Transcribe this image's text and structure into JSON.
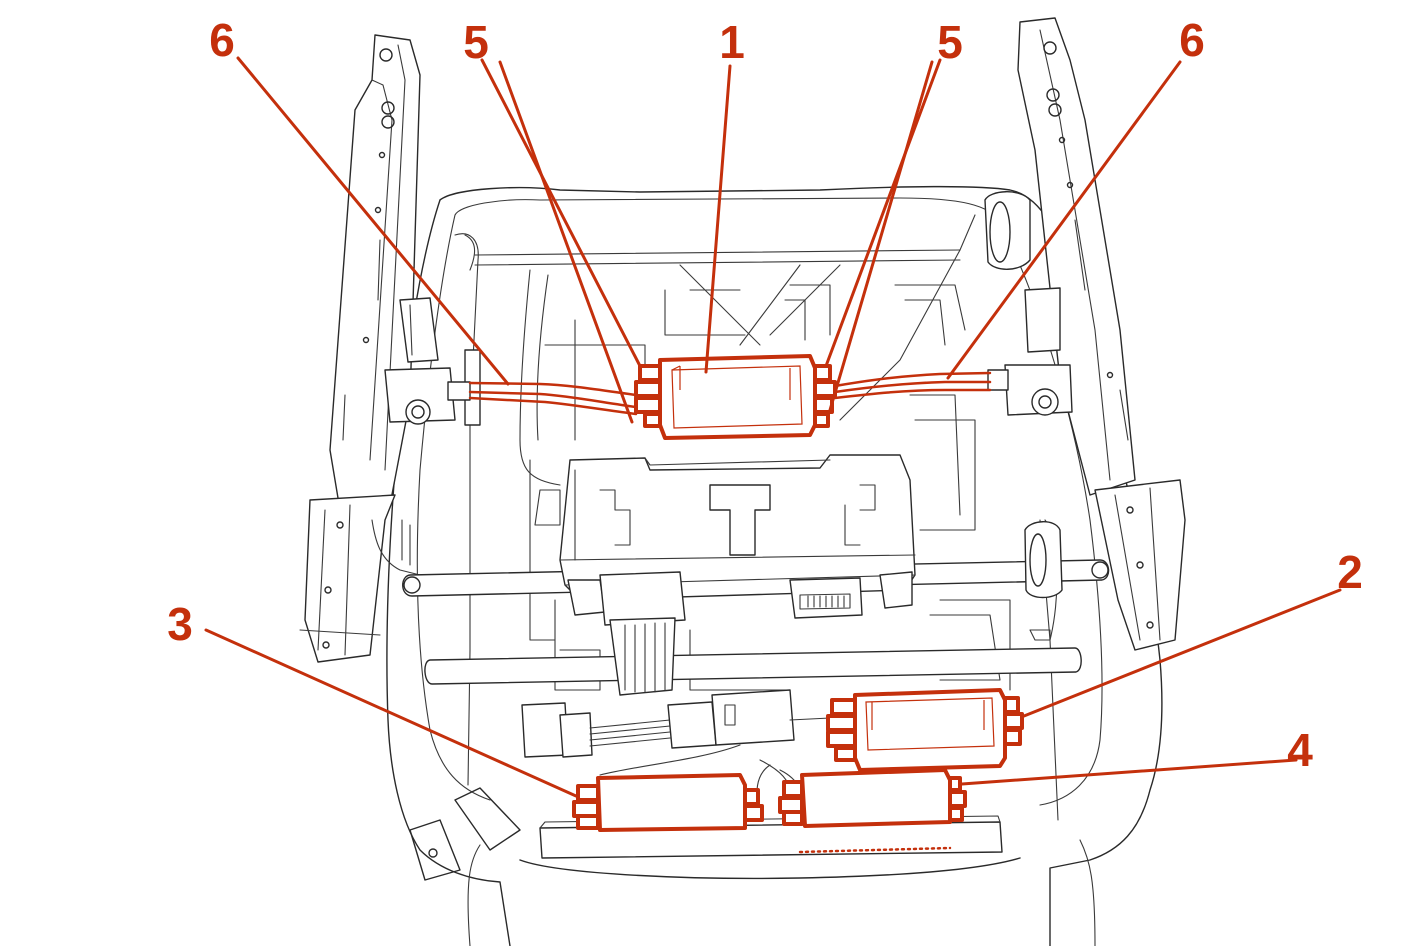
{
  "diagram": {
    "accent_color": "#c4300c",
    "line_color": "#2a2a2a",
    "callouts": [
      {
        "id": "c6-left",
        "label": "6"
      },
      {
        "id": "c5-left",
        "label": "5"
      },
      {
        "id": "c1",
        "label": "1"
      },
      {
        "id": "c5-right",
        "label": "5"
      },
      {
        "id": "c6-right",
        "label": "6"
      },
      {
        "id": "c2",
        "label": "2"
      },
      {
        "id": "c3",
        "label": "3"
      },
      {
        "id": "c4",
        "label": "4"
      }
    ]
  }
}
